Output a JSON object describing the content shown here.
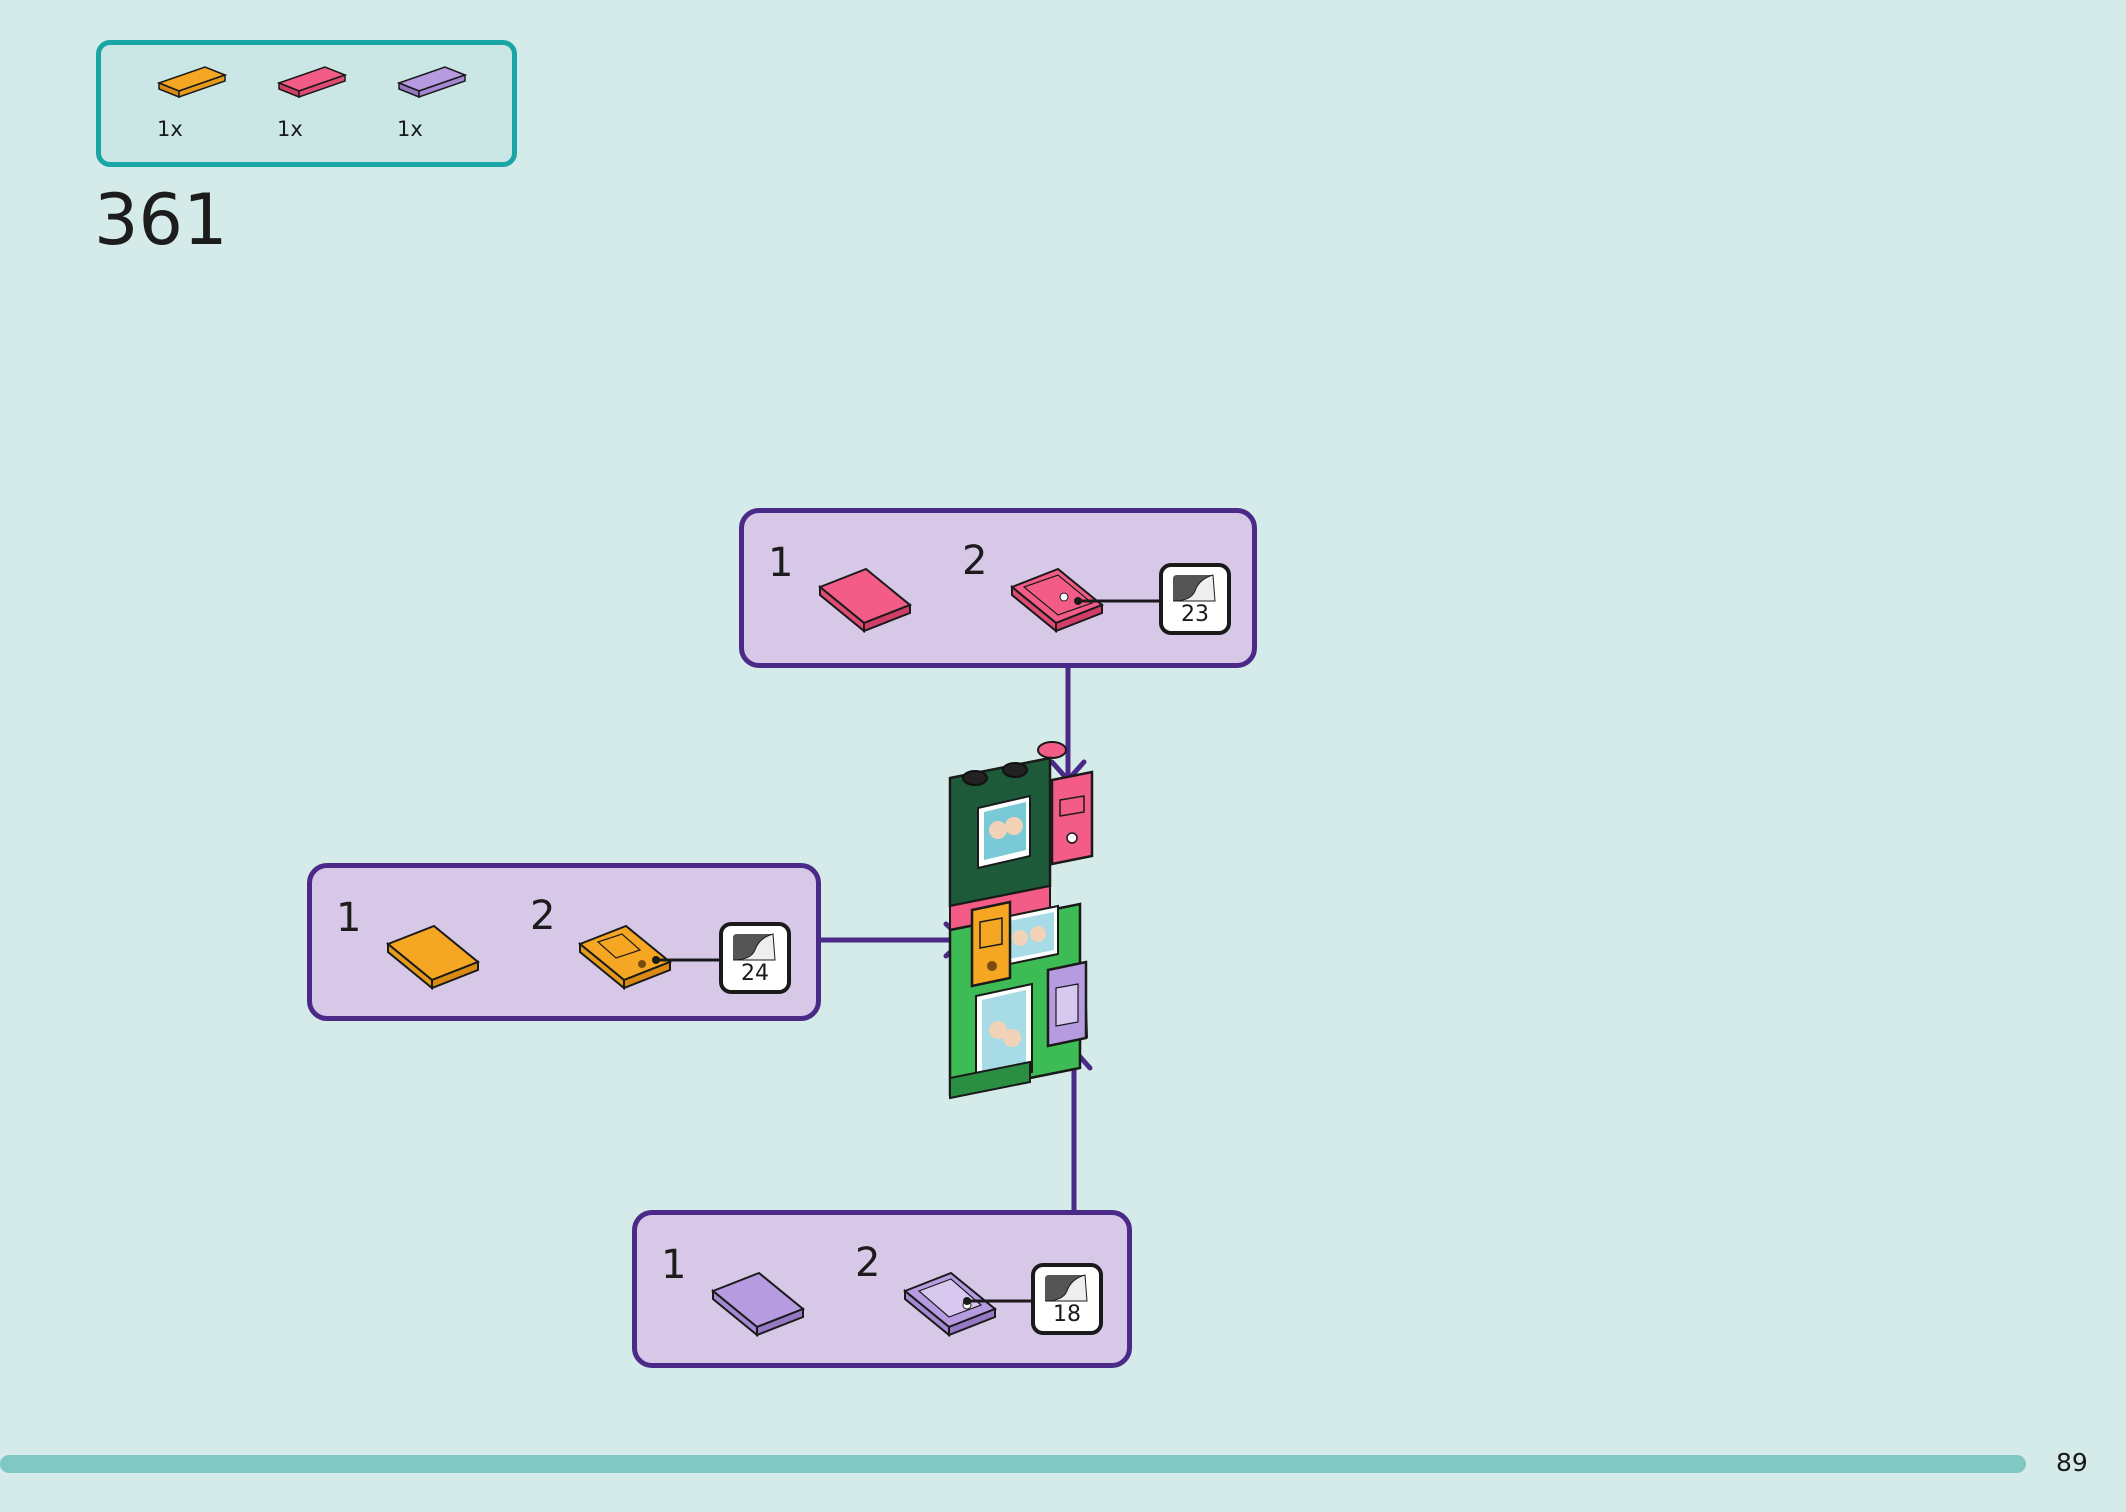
{
  "parts_list": {
    "items": [
      {
        "color_name": "orange",
        "color": "#f5a623",
        "qty": "1x"
      },
      {
        "color_name": "pink",
        "color": "#f25c86",
        "qty": "1x"
      },
      {
        "color_name": "lavender",
        "color": "#b79be0",
        "qty": "1x"
      }
    ]
  },
  "step_number": "361",
  "sub_steps": [
    {
      "name": "pink",
      "color": "#f25c86",
      "step1": "1",
      "step2": "2",
      "sticker": "23"
    },
    {
      "name": "orange",
      "color": "#f5a623",
      "step1": "1",
      "step2": "2",
      "sticker": "24"
    },
    {
      "name": "lavender",
      "color": "#b79be0",
      "step1": "1",
      "step2": "2",
      "sticker": "18"
    }
  ],
  "colors": {
    "background": "#d5ebe9",
    "parts_border": "#1aa6a6",
    "substep_border": "#4b2a87",
    "substep_fill": "#d8c8e8",
    "arrow": "#4b2a87"
  },
  "page_number": "89"
}
